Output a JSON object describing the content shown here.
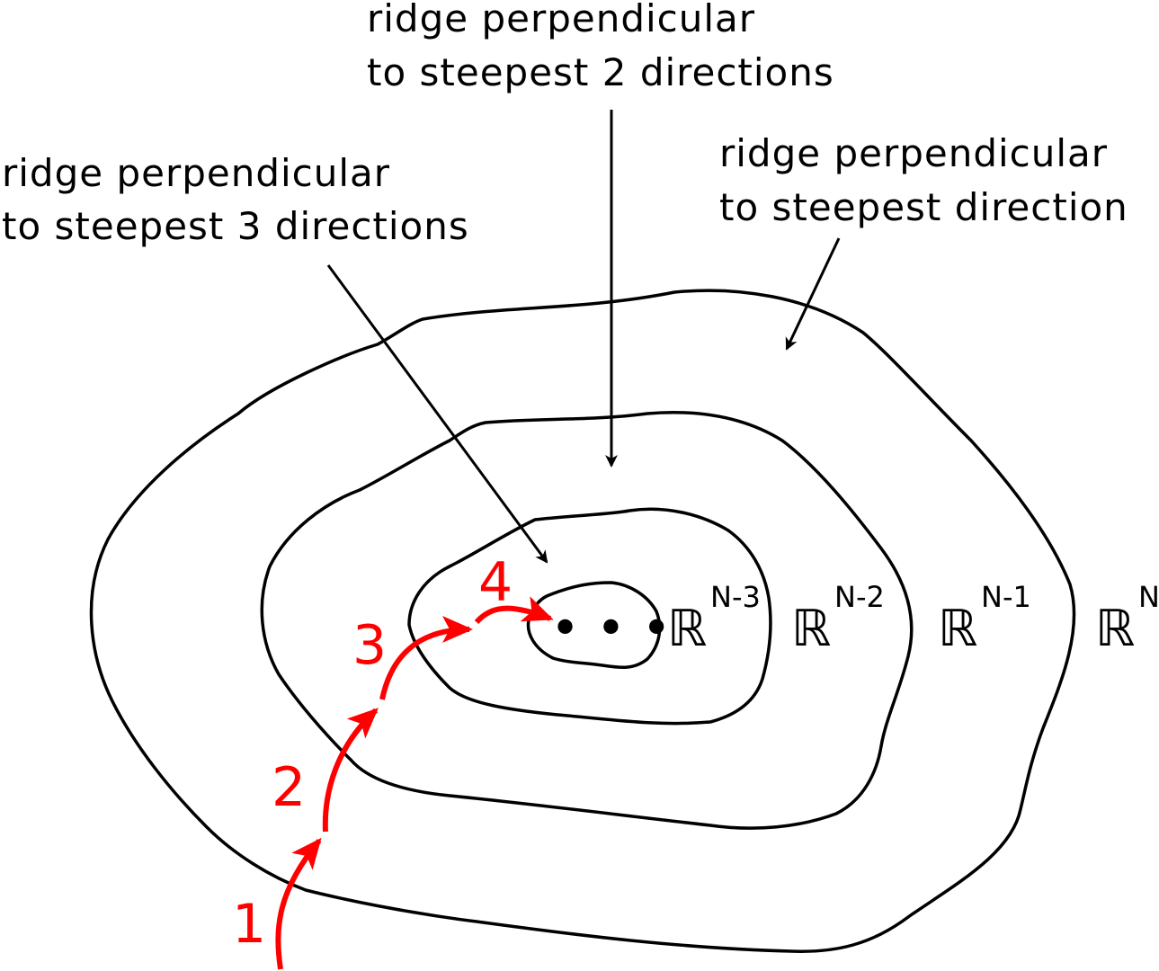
{
  "annotations": {
    "ridge_2": [
      "ridge perpendicular",
      "to steepest 2 directions"
    ],
    "ridge_3": [
      "ridge perpendicular",
      "to steepest 3 directions"
    ],
    "ridge_1": [
      "ridge perpendicular",
      "to steepest direction"
    ]
  },
  "spaces": [
    {
      "symbol": "ℝ",
      "exponent": "N-3"
    },
    {
      "symbol": "ℝ",
      "exponent": "N-2"
    },
    {
      "symbol": "ℝ",
      "exponent": "N-1"
    },
    {
      "symbol": "ℝ",
      "exponent": "N"
    }
  ],
  "steps": [
    "1",
    "2",
    "3",
    "4"
  ],
  "ellipsis": "• • •",
  "colors": {
    "contour": "#000000",
    "path": "#ff0000"
  }
}
